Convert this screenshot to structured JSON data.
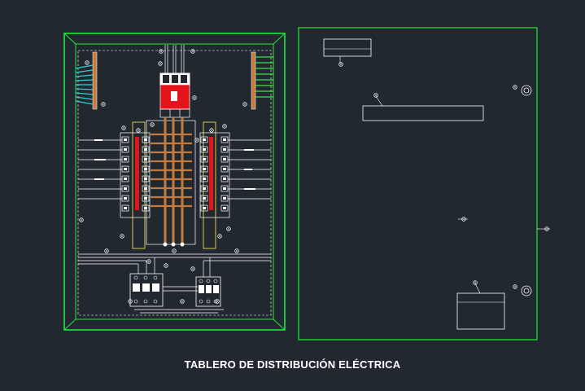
{
  "title": "TABLERO DE DISTRIBUCIÓN ELÉCTRICA",
  "colors": {
    "background": "#212830",
    "frame": "#22e83a",
    "lines": "#ffffff",
    "breaker": "#e5141c",
    "busbar": "#c57a3e",
    "rail": "#d8c85a",
    "cyan_wires": "#33d0d8",
    "green_wires": "#3fe04a"
  },
  "views": [
    {
      "name": "front-view-internal",
      "description_shown": false
    },
    {
      "name": "door-view",
      "description_shown": false
    }
  ]
}
